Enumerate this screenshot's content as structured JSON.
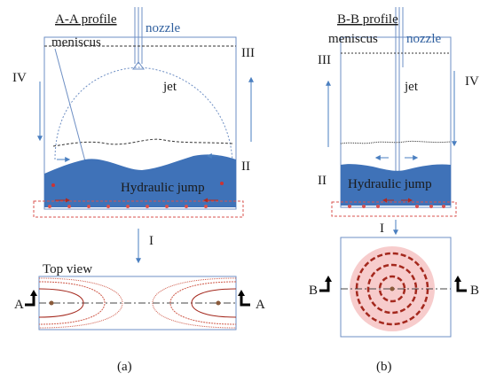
{
  "panel_a": {
    "profile_title": "A-A profile",
    "nozzle_label": "nozzle",
    "meniscus_label": "meniscus",
    "jet_label": "jet",
    "hydraulic_jump_label": "Hydraulic jump",
    "region_labels": {
      "I": "I",
      "II": "II",
      "III": "III",
      "IV": "IV"
    },
    "top_view_label": "Top view",
    "section_marker_left": "A",
    "section_marker_right": "A",
    "caption": "(a)"
  },
  "panel_b": {
    "profile_title": "B-B profile",
    "nozzle_label": "nozzle",
    "meniscus_label": "meniscus",
    "jet_label": "jet",
    "hydraulic_jump_label": "Hydraulic jump",
    "region_labels": {
      "I": "I",
      "II": "II",
      "III": "III",
      "IV": "IV"
    },
    "section_marker_left": "B",
    "section_marker_right": "B",
    "caption": "(b)"
  },
  "colors": {
    "vessel_outline": "#6e8fc4",
    "flow_arrow": "#4a7fc0",
    "steel_fill": "#3f72b8",
    "red_dashed": "#d9534f",
    "contour_dark": "#a4281d",
    "contour_light": "#cf5b4b",
    "pink_fill": "#f7cccc"
  }
}
